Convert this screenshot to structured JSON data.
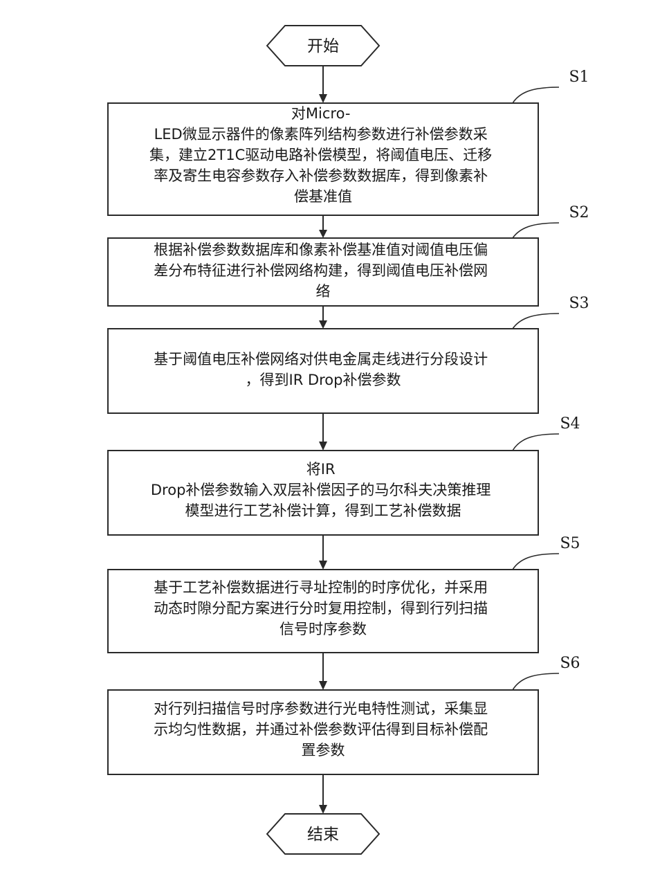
{
  "start": {
    "label": "开始"
  },
  "end": {
    "label": "结束"
  },
  "steps": [
    {
      "id": "S1",
      "lines": [
        "对Micro-",
        "LED微显示器件的像素阵列结构参数进行补偿参数采",
        "集，建立2T1C驱动电路补偿模型，将阈值电压、迁移",
        "率及寄生电容参数存入补偿参数数据库，得到像素补",
        "偿基准值"
      ]
    },
    {
      "id": "S2",
      "lines": [
        "根据补偿参数数据库和像素补偿基准值对阈值电压偏",
        "差分布特征进行补偿网络构建，得到阈值电压补偿网",
        "络"
      ]
    },
    {
      "id": "S3",
      "lines": [
        "基于阈值电压补偿网络对供电金属走线进行分段设计",
        "，得到IR Drop补偿参数"
      ]
    },
    {
      "id": "S4",
      "lines": [
        "将IR",
        "Drop补偿参数输入双层补偿因子的马尔科夫决策推理",
        "模型进行工艺补偿计算，得到工艺补偿数据"
      ]
    },
    {
      "id": "S5",
      "lines": [
        "基于工艺补偿数据进行寻址控制的时序优化，并采用",
        "动态时隙分配方案进行分时复用控制，得到行列扫描",
        "信号时序参数"
      ]
    },
    {
      "id": "S6",
      "lines": [
        "对行列扫描信号时序参数进行光电特性测试，采集显",
        "示均匀性数据，并通过补偿参数评估得到目标补偿配",
        "置参数"
      ]
    }
  ]
}
